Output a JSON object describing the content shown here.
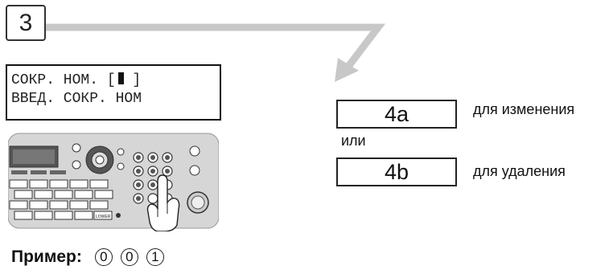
{
  "step": {
    "number": "3"
  },
  "display": {
    "line1": "СОКР. НОМ. [",
    "line1_end": " ]",
    "line2": "ВВЕД. СОКР. НОМ"
  },
  "options": [
    {
      "key": "4a",
      "description": "для изменения"
    },
    {
      "key": "4b",
      "description": "для удаления"
    }
  ],
  "or_text": "или",
  "example": {
    "label": "Пример:",
    "digits": [
      "0",
      "0",
      "1"
    ]
  },
  "panel_labels": {
    "lower": "LOWER"
  },
  "colors": {
    "arrow": "#c8c8c8",
    "panel_body": "#d6d6d6",
    "panel_dark": "#555555"
  }
}
